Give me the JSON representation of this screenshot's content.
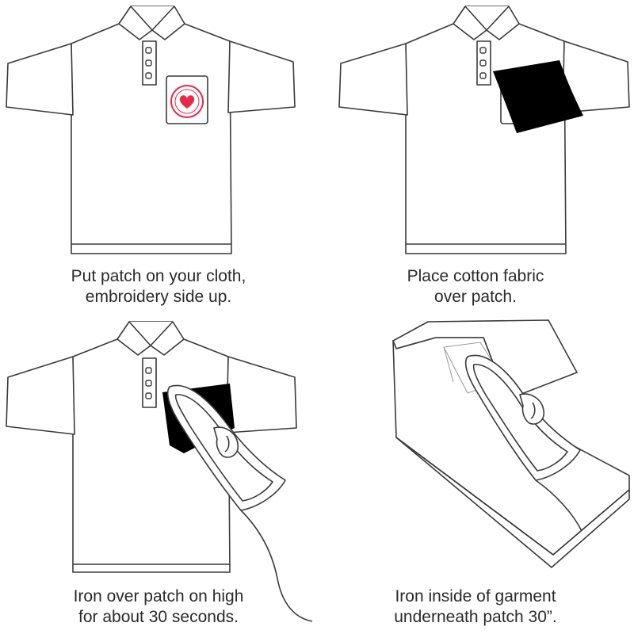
{
  "steps": [
    {
      "line1": "Put patch on your cloth,",
      "line2": "embroidery side up."
    },
    {
      "line1": "Place cotton fabric",
      "line2": "over patch."
    },
    {
      "line1": "Iron over patch on high",
      "line2": "for about 30 seconds."
    },
    {
      "line1": "Iron inside of garment",
      "line2": "underneath patch 30”."
    }
  ],
  "icons": {
    "shirt": "polo-shirt-icon",
    "patch": "heart-patch-icon",
    "fabric": "cotton-fabric-icon",
    "iron": "clothes-iron-icon",
    "garment": "inside-out-garment-icon"
  },
  "colors": {
    "outline": "#3a3a3a",
    "heart": "#e8294a",
    "patch_ring": "#e8294a",
    "fabric": "#000000"
  }
}
